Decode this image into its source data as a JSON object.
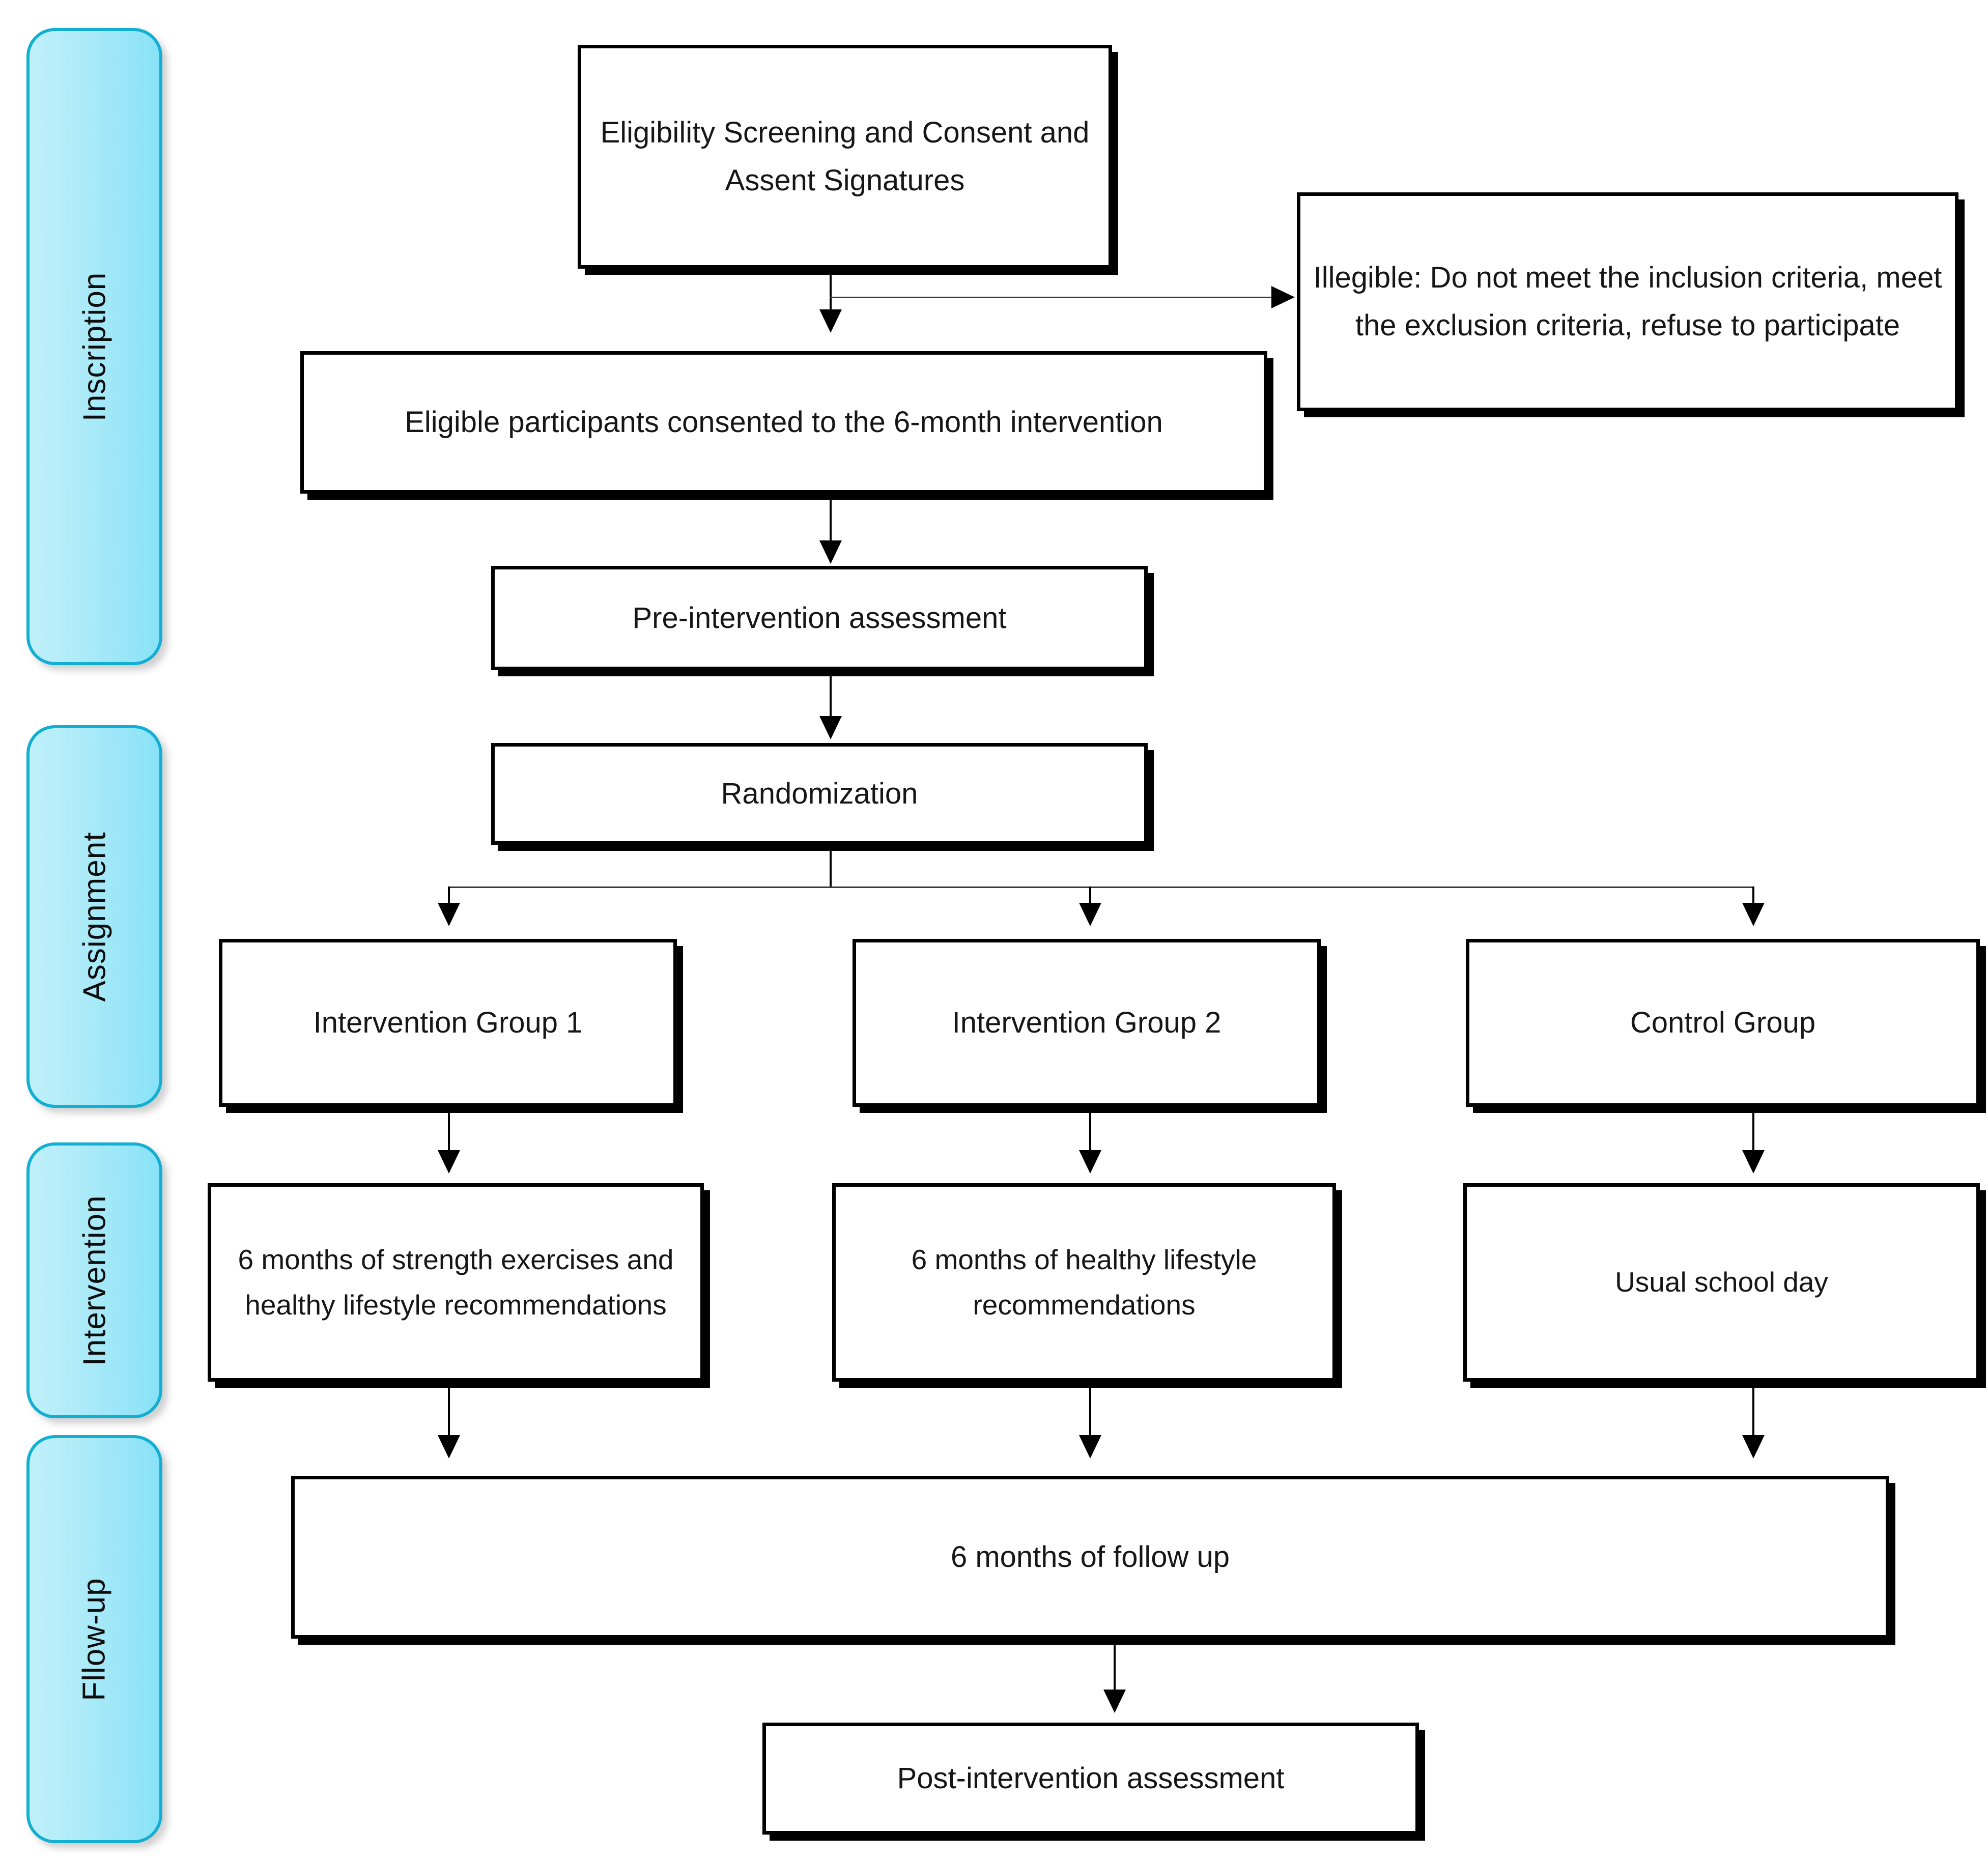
{
  "diagram": {
    "type": "study-flow-chart",
    "phases": [
      {
        "label": "Inscription"
      },
      {
        "label": "Assignment"
      },
      {
        "label": "Intervention"
      },
      {
        "label": "Fllow-up"
      }
    ],
    "nodes": {
      "eligibility_screening": "Eligibility Screening and Consent and Assent Signatures",
      "illegible": "Illegible: Do not meet the inclusion criteria, meet the exclusion criteria, refuse to participate",
      "eligible_participants": "Eligible participants consented to the 6-month intervention",
      "pre_assessment": "Pre-intervention assessment",
      "randomization": "Randomization",
      "group_1": "Intervention Group 1",
      "group_2": "Intervention Group 2",
      "control_group": "Control Group",
      "intervention_1": "6 months of strength exercises and healthy lifestyle recommendations",
      "intervention_2": "6 months of healthy lifestyle recommendations",
      "intervention_control": "Usual school day",
      "follow_up": "6 months of follow up",
      "post_assessment": "Post-intervention assessment"
    },
    "colors": {
      "tab_border": "#12AFD3",
      "tab_fill_light": "#BFF0FA",
      "tab_fill_dark": "#88E2F7",
      "node_border": "#000000",
      "node_fill": "#FFFFFF",
      "text": "#161616"
    }
  }
}
